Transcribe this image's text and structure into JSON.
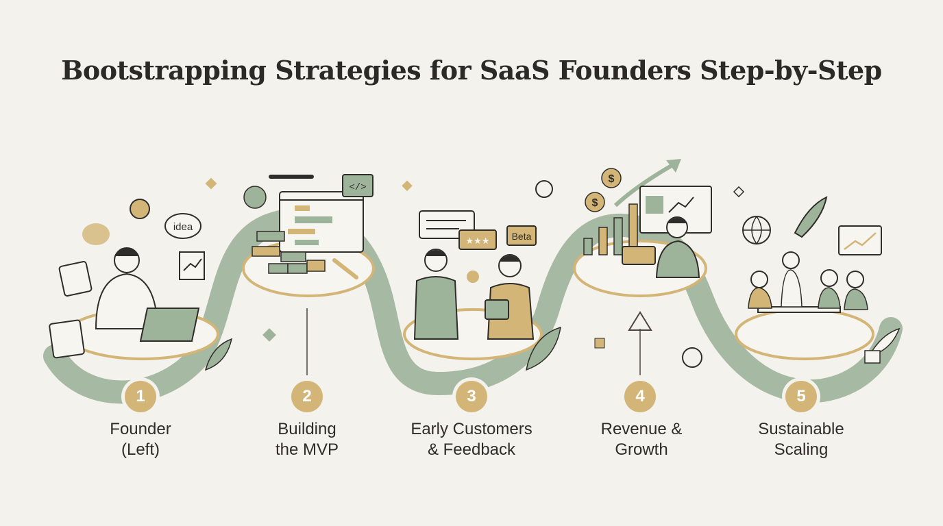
{
  "title": "Bootstrapping Strategies for SaaS Founders Step-by-Step",
  "steps": [
    {
      "number": "1",
      "line1": "Founder",
      "line2": "(Left)",
      "bubble": "idea"
    },
    {
      "number": "2",
      "line1": "Building",
      "line2": "the MVP",
      "code_tag": "</>"
    },
    {
      "number": "3",
      "line1": "Early Customers",
      "line2": "& Feedback",
      "bubble": "Beta",
      "rating": "★★★"
    },
    {
      "number": "4",
      "line1": "Revenue &",
      "line2": "Growth",
      "coin": "$"
    },
    {
      "number": "5",
      "line1": "Sustainable",
      "line2": "Scaling"
    }
  ],
  "colors": {
    "sage": "#9db39a",
    "gold": "#d3b577",
    "ink": "#2f2d29",
    "background": "#f4f2ec"
  }
}
